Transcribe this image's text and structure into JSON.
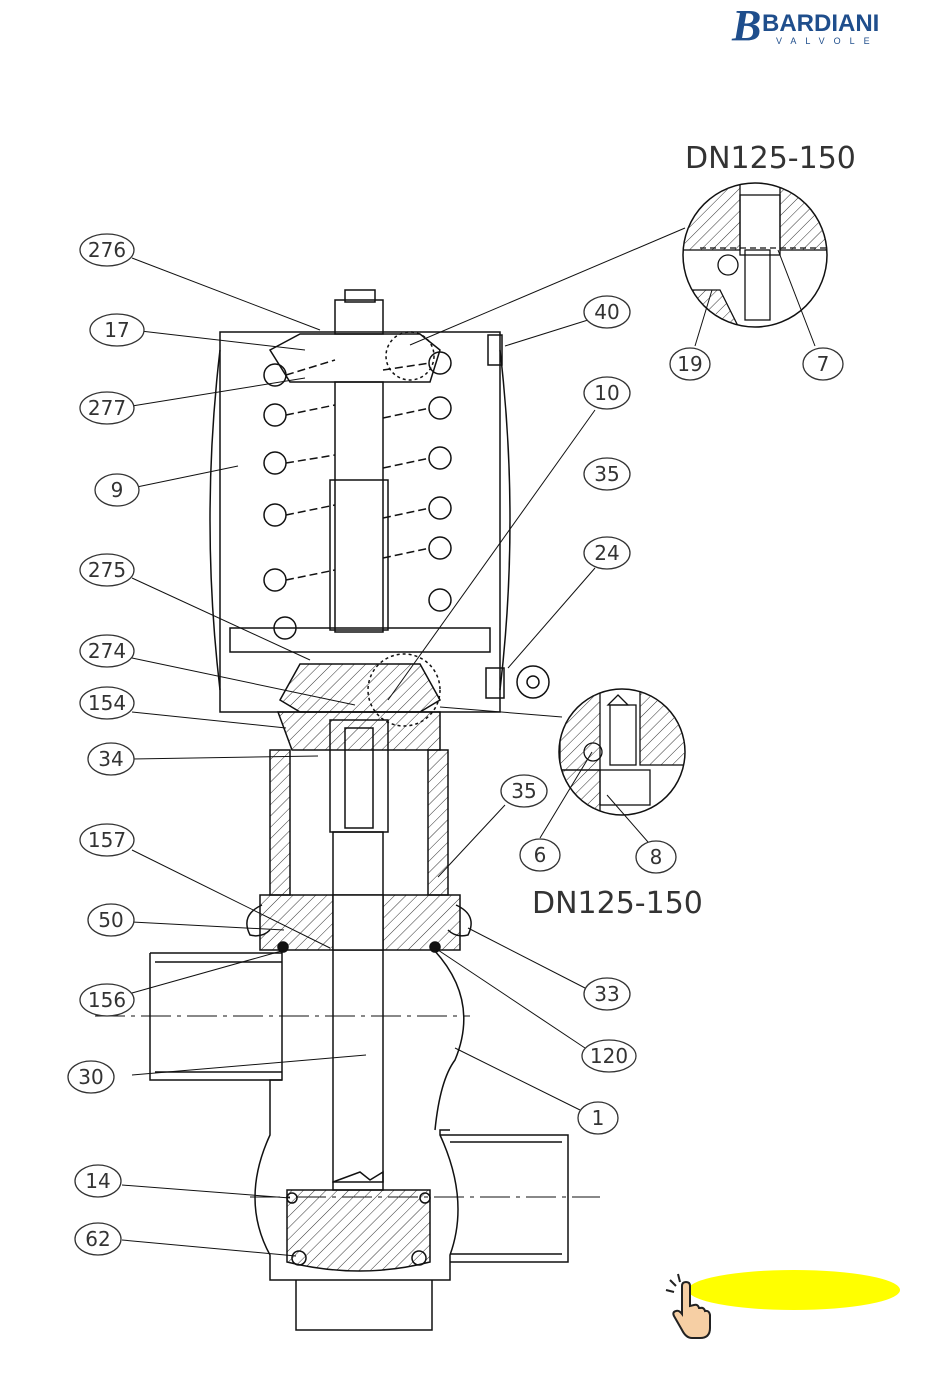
{
  "brand": {
    "logo_text": "BARDIANI",
    "logo_subtext": "VALVOLE",
    "color": "#1f4e8c"
  },
  "detail_titles": {
    "top": "DN125-150",
    "bottom": "DN125-150"
  },
  "part_labels": {
    "p276": "276",
    "p17": "17",
    "p277": "277",
    "p9": "9",
    "p275": "275",
    "p274": "274",
    "p154": "154",
    "p34": "34",
    "p157": "157",
    "p50": "50",
    "p156": "156",
    "p30": "30",
    "p14": "14",
    "p62": "62",
    "p40": "40",
    "p10": "10",
    "p35a": "35",
    "p24": "24",
    "p35b": "35",
    "p33": "33",
    "p120": "120",
    "p1": "1",
    "p19": "19",
    "p7": "7",
    "p6": "6",
    "p8": "8"
  },
  "highlight": {
    "color": "#ffff00",
    "icon": "pointer-hand-icon"
  }
}
